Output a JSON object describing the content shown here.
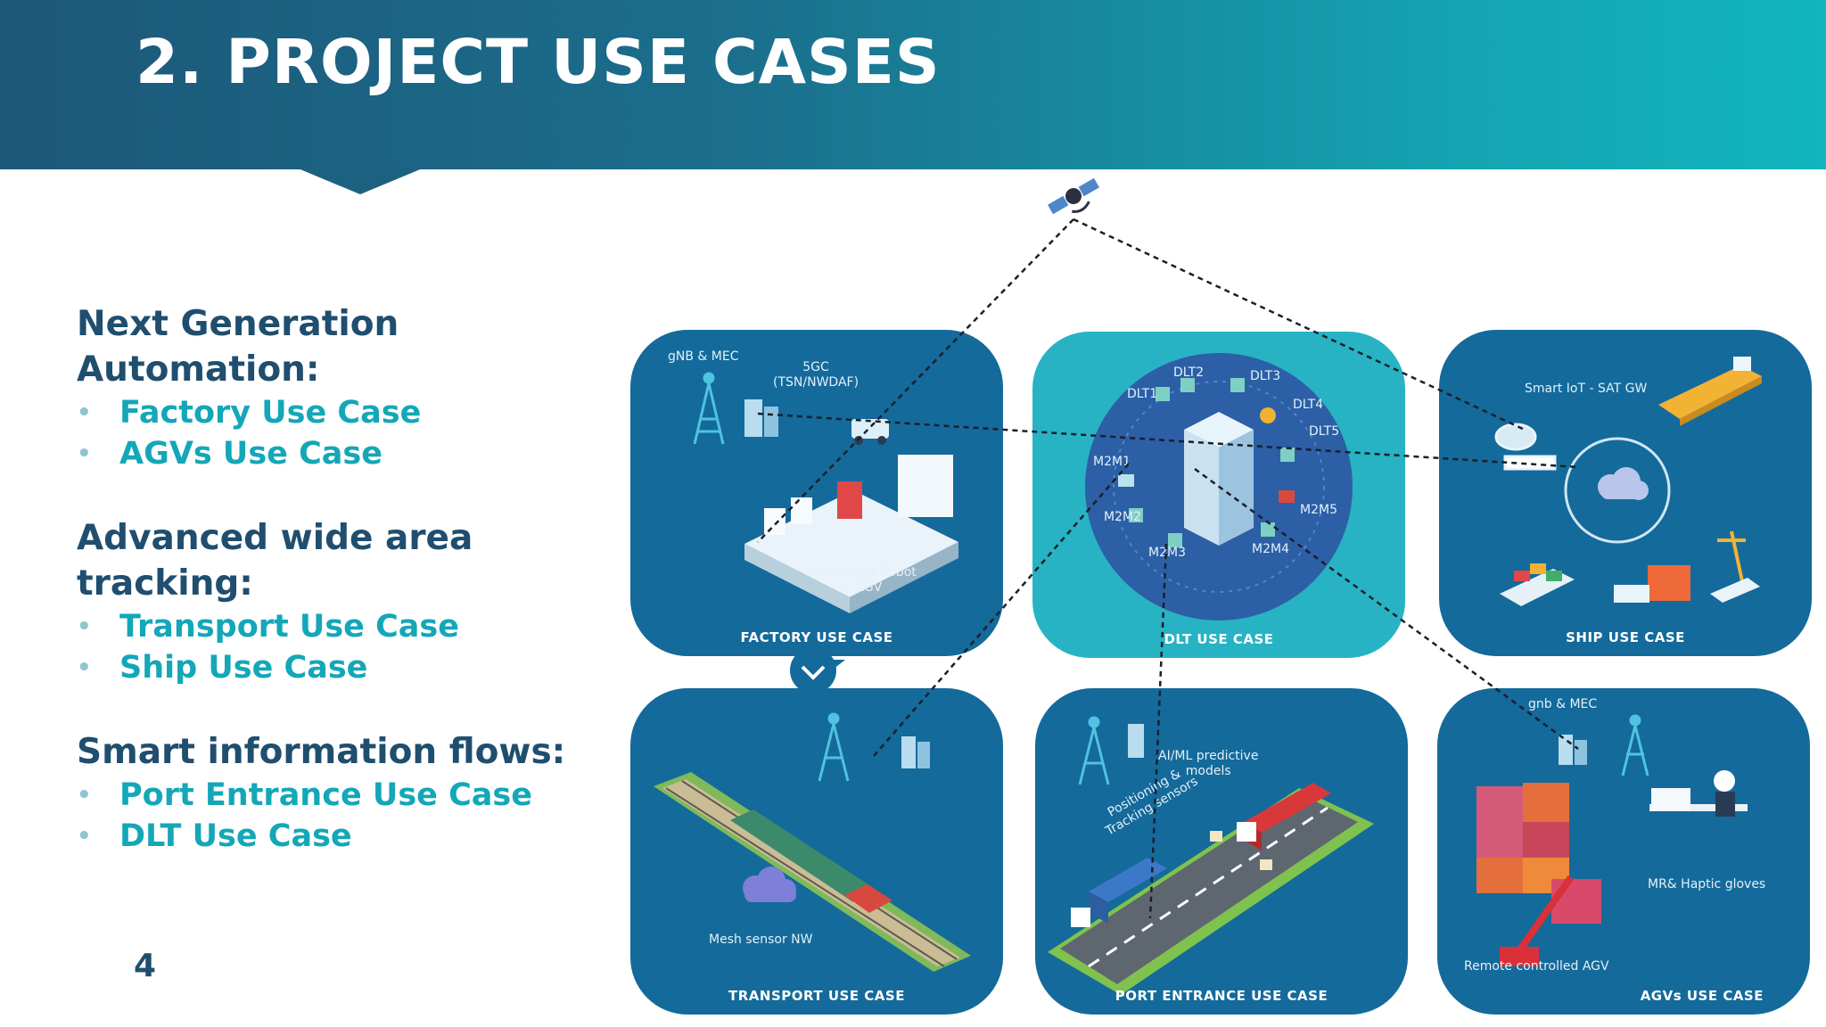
{
  "header": {
    "title": "2. PROJECT USE CASES"
  },
  "groups": [
    {
      "heading": [
        "Next Generation",
        "Automation:"
      ],
      "items": [
        "Factory Use Case",
        "AGVs Use Case"
      ]
    },
    {
      "heading": [
        "Advanced wide area",
        "tracking:"
      ],
      "items": [
        "Transport Use Case",
        "Ship Use Case"
      ]
    },
    {
      "heading": [
        "Smart information flows:"
      ],
      "items": [
        "Port Entrance Use Case",
        "DLT Use Case"
      ]
    }
  ],
  "bullet": "•",
  "page_number": "4",
  "panels": {
    "factory": {
      "label": "FACTORY USE CASE",
      "gnb": "gNB &  MEC",
      "core": "5GC\n(TSN/NWDAF)",
      "robot": "Auotmated Robot\n+ AGV"
    },
    "dlt": {
      "label": "DLT USE CASE",
      "nodes": [
        "DLT1",
        "DLT2",
        "DLT3",
        "DLT4",
        "DLT5",
        "M2M1",
        "M2M2",
        "M2M3",
        "M2M4",
        "M2M5"
      ]
    },
    "ship": {
      "label": "SHIP USE CASE",
      "gw": "Smart IoT - SAT GW"
    },
    "transport": {
      "label": "TRANSPORT USE CASE",
      "mesh": "Mesh sensor NW"
    },
    "port": {
      "label": "PORT ENTRANCE USE CASE",
      "aiml": "AI/ML predictive\nmodels",
      "sensors": "Positioning &\nTracking sensors"
    },
    "agv": {
      "label": "AGVs USE CASE",
      "gnb": "gnb & MEC",
      "gloves": "MR& Haptic gloves",
      "remote": "Remote controlled AGV"
    }
  },
  "colors": {
    "title_text": "#ffffff",
    "heading": "#1f4e6f",
    "accent": "#13a7b8",
    "panel": "#146a9b",
    "panel_dlt": "#27b3c3"
  },
  "icons": [
    "satellite-icon",
    "tower-icon",
    "server-icon",
    "cloud-icon",
    "chevron-down-icon",
    "chevron-right-icon",
    "chevron-up-icon"
  ]
}
